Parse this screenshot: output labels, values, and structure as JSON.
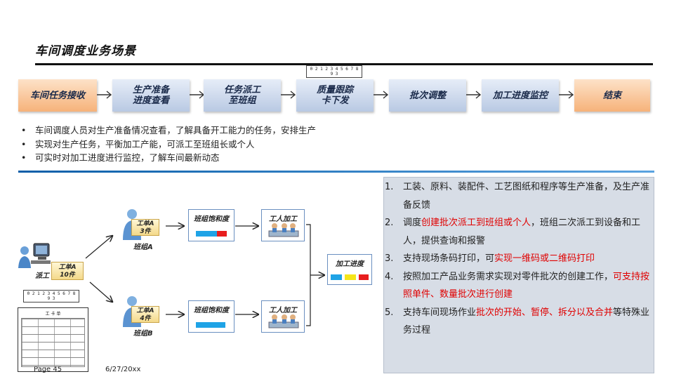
{
  "title": "车间调度业务场景",
  "barcode_digits": "0 2 1 2 3 4 5 6 7 8 9 3",
  "flow": [
    {
      "label": "车间任务接收"
    },
    {
      "label": "生产准备\n进度查看"
    },
    {
      "label": "任务派工\n至班组"
    },
    {
      "label": "质量跟踪\n卡下发"
    },
    {
      "label": "批次调整"
    },
    {
      "label": "加工进度监控"
    },
    {
      "label": "结束"
    }
  ],
  "bullets": [
    "车间调度人员对生产准备情况查看，了解具备开工能力的任务，安排生产",
    "实现对生产任务，平衡加工产能，可派工至班组长或个人",
    "可实时对加工进度进行监控，了解车间最新动态"
  ],
  "diagram": {
    "dispatcher_label": "派工",
    "main_order": {
      "line1": "工单A",
      "line2": "10件"
    },
    "team_a": {
      "order_line1": "工单A",
      "order_line2": "3件",
      "name": "班组A"
    },
    "team_b": {
      "order_line1": "工单A",
      "order_line2": "4件",
      "name": "班组B"
    },
    "saturation_label": "班组饱和度",
    "manual_label": "工人加工",
    "progress_label": "加工进度",
    "doc_title": "工 卡 单",
    "colors": {
      "cyan": "#1fa3e6",
      "red": "#e81e1e",
      "yellow": "#f5e51a",
      "box_border": "#6a8fc0"
    }
  },
  "steps": [
    {
      "num": "1.",
      "parts": [
        {
          "t": "工装、原料、装配件、工艺图纸和程序等生产准备，及生产准备反馈",
          "red": false
        }
      ]
    },
    {
      "num": "2.",
      "parts": [
        {
          "t": "调度",
          "red": false
        },
        {
          "t": "创建批次派工到班组或个人",
          "red": true
        },
        {
          "t": "，班组二次派工到设备和工人，提供查询和报警",
          "red": false
        }
      ]
    },
    {
      "num": "3.",
      "parts": [
        {
          "t": "支持现场条码打印，可",
          "red": false
        },
        {
          "t": "实现一维码或二维码打印",
          "red": true
        }
      ]
    },
    {
      "num": "4.",
      "parts": [
        {
          "t": "按照加工产品业务需求实现对零件批次的创建工作，",
          "red": false
        },
        {
          "t": "可支持按照单件、数量批次进行创建",
          "red": true
        }
      ]
    },
    {
      "num": "5.",
      "parts": [
        {
          "t": "支持车间现场作业",
          "red": false
        },
        {
          "t": "批次的开始、暂停、拆分以及合并",
          "red": true
        },
        {
          "t": "等特殊业务过程",
          "red": false
        }
      ]
    }
  ],
  "footer": {
    "page": "Page 45",
    "date": "6/27/20xx"
  }
}
